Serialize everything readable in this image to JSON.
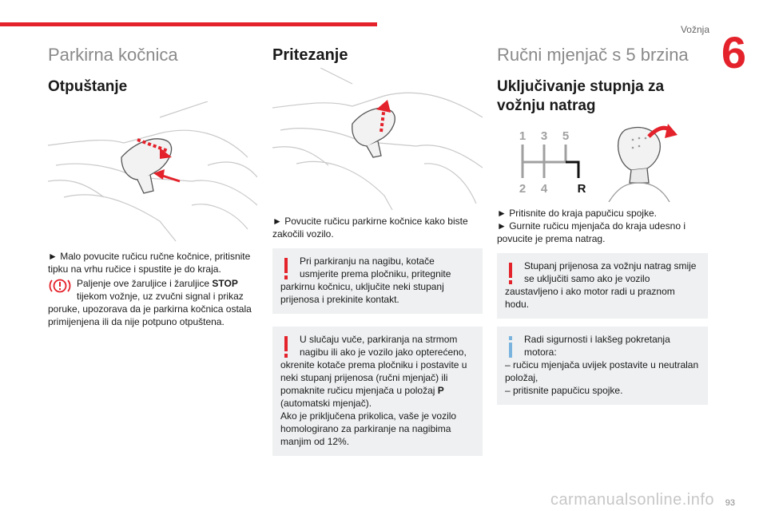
{
  "header": {
    "section_title": "Vožnja",
    "chapter_number": "6"
  },
  "col1": {
    "title": "Parkirna kočnica",
    "subtitle": "Otpuštanje",
    "step1": "► Malo povucite ručicu ručne kočnice, pritisnite tipku na vrhu ručice i spustite je do kraja.",
    "warning_line1_a": "Paljenje ove žaruljice i žaruljice ",
    "warning_line1_b": "STOP",
    "warning_rest": "tijekom vožnje, uz zvučni signal i prikaz poruke, upozorava da je parkirna kočnica ostala primijenjena ili da nije potpuno otpuštena."
  },
  "col2": {
    "title": "Pritezanje",
    "step1": "► Povucite ručicu parkirne kočnice kako biste zakočili vozilo.",
    "box1_first": "Pri parkiranju na nagibu, kotače",
    "box1_indent": "usmjerite prema pločniku, pritegnite",
    "box1_rest": "parkirnu kočnicu, uključite neki stupanj prijenosa i prekinite kontakt.",
    "box2_first": "U slučaju vuče, parkiranja na strmom",
    "box2_indent": "nagibu ili ako je vozilo jako opterećeno,",
    "box2_rest_a": "okrenite kotače prema pločniku i postavite u neki stupanj prijenosa (ručni mjenjač) ili pomaknite ručicu mjenjača u položaj ",
    "box2_rest_b": "P",
    "box2_rest_c": " (automatski mjenjač).",
    "box2_extra": "Ako je priključena prikolica, vaše je vozilo homologirano za parkiranje na nagibima manjim od 12%."
  },
  "col3": {
    "title": "Ručni mjenjač s 5 brzina",
    "subtitle": "Uključivanje stupnja za vožnju natrag",
    "gear_labels": [
      "1",
      "3",
      "5",
      "2",
      "4",
      "R"
    ],
    "step1": "► Pritisnite do kraja papučicu spojke.",
    "step2": "► Gurnite ručicu mjenjača do kraja udesno i povucite je prema natrag.",
    "box1_first": "Stupanj prijenosa za vožnju natrag smije",
    "box1_indent": "se uključiti samo ako je vozilo",
    "box1_rest": "zaustavljeno i ako motor radi u praznom hodu.",
    "box2_first": "Radi sigurnosti i lakšeg pokretanja",
    "box2_indent": "motora:",
    "box2_item1": "– ručicu mjenjača uvijek postavite u neutralan položaj,",
    "box2_item2": "– pritisnite papučicu spojke."
  },
  "footer": {
    "page_number": "93",
    "watermark": "carmanualsonline.info"
  },
  "colors": {
    "accent": "#e4222b",
    "info": "#7ab4de",
    "box_bg": "#eef0f1"
  }
}
